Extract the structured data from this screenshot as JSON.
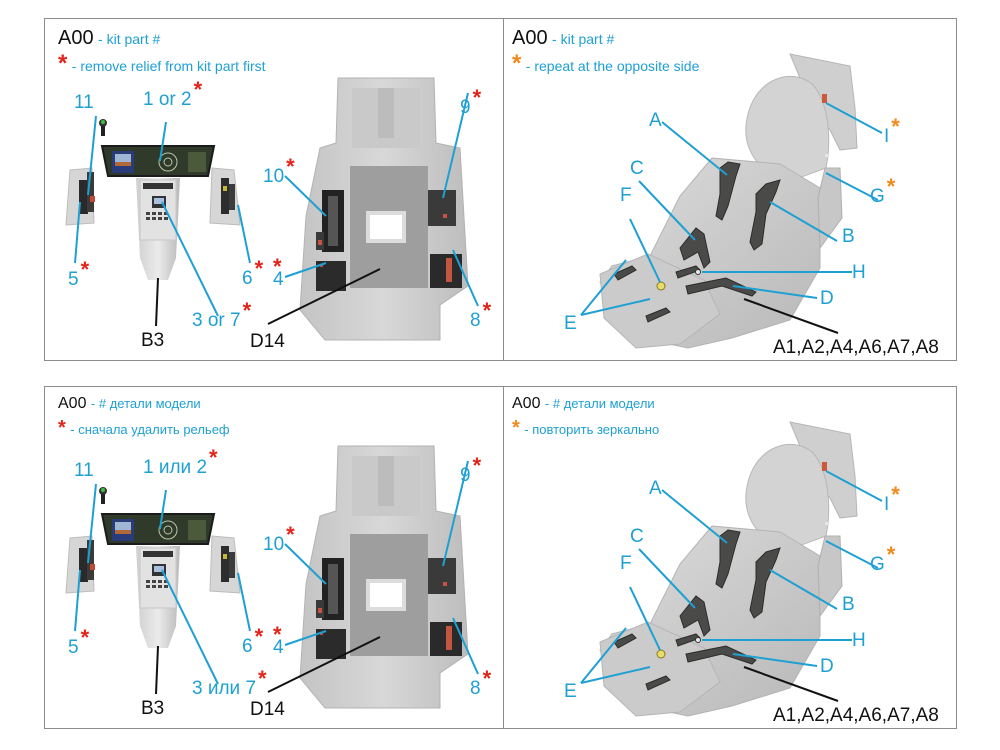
{
  "colors": {
    "label_blue": "#1fa0d2",
    "required_star": "#e3241b",
    "mirror_star": "#f08a1e",
    "part_code": "#111111",
    "leader_blue": "#1fa0d2",
    "leader_black": "#111111",
    "border": "#8c8c8c"
  },
  "sheets": [
    {
      "language": "en",
      "legend_left": {
        "code": "A00",
        "code_desc": "- kit part #",
        "star": "*",
        "star_desc": "- remove relief from kit part first"
      },
      "legend_right": {
        "code": "A00",
        "code_desc": "- kit part #",
        "star": "*",
        "star_desc": "- repeat at the opposite side"
      },
      "labels": {
        "p11": "11",
        "p1or2": "1 or 2",
        "p5": "5",
        "p6": "6",
        "p3or7": "3 or 7",
        "p4": "4",
        "p10": "10",
        "p9": "9",
        "p8": "8",
        "b3": "B3",
        "d14": "D14",
        "A": "A",
        "B": "B",
        "C": "C",
        "D": "D",
        "E": "E",
        "F": "F",
        "G": "G",
        "H": "H",
        "I": "I",
        "seat_parts": "A1,A2,A4,A6,A7,A8"
      }
    },
    {
      "language": "ru",
      "legend_left": {
        "code": "A00",
        "code_desc": "- # детали модели",
        "star": "*",
        "star_desc": "- сначала удалить рельеф"
      },
      "legend_right": {
        "code": "A00",
        "code_desc": "- # детали модели",
        "star": "*",
        "star_desc": "- повторить зеркально"
      },
      "labels": {
        "p11": "11",
        "p1or2": "1 или 2",
        "p5": "5",
        "p6": "6",
        "p3or7": "3 или 7",
        "p4": "4",
        "p10": "10",
        "p9": "9",
        "p8": "8",
        "b3": "B3",
        "d14": "D14",
        "A": "A",
        "B": "B",
        "C": "C",
        "D": "D",
        "E": "E",
        "F": "F",
        "G": "G",
        "H": "H",
        "I": "I",
        "seat_parts": "A1,A2,A4,A6,A7,A8"
      }
    }
  ],
  "star_glyph": "*"
}
